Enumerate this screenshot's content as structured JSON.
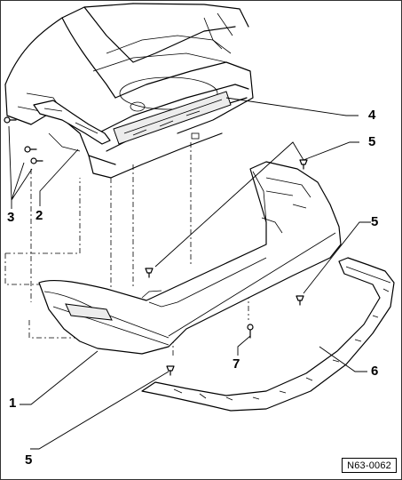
{
  "figure_id": "N63-0062",
  "callouts": {
    "c1": "1",
    "c2": "2",
    "c3": "3",
    "c4": "4",
    "c5a": "5",
    "c5b": "5",
    "c5c": "5",
    "c6": "6",
    "c7": "7"
  },
  "colors": {
    "line": "#000000",
    "background": "#ffffff",
    "frame": "#000000"
  }
}
